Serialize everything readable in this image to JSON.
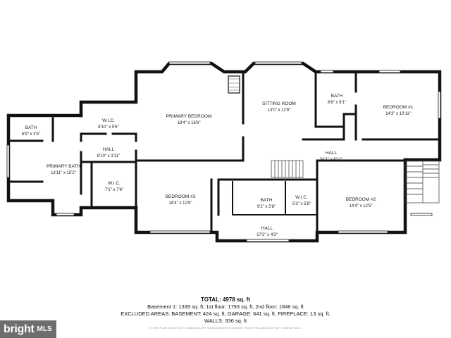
{
  "rooms": {
    "primary_bedroom": {
      "name": "PRIMARY BEDROOM",
      "dims": "18'4\" x 16'6\""
    },
    "sitting_room": {
      "name": "SITTING ROOM",
      "dims": "13'0\" x 12'8\""
    },
    "bath_upper": {
      "name": "BATH",
      "dims": "6'6\" x 9'1\""
    },
    "bedroom_1": {
      "name": "BEDROOM #1",
      "dims": "14'3\" x 10'11\""
    },
    "bath_left": {
      "name": "BATH",
      "dims": "6'9\" x 3'5\""
    },
    "wic_top": {
      "name": "W.I.C.",
      "dims": "8'10\" x 5'6\""
    },
    "hall_left": {
      "name": "HALL",
      "dims": "8'10\" x 3'11\""
    },
    "primary_bath": {
      "name": "PRIMARY BATH",
      "dims": "13'11\" x 15'2\""
    },
    "wic_lower": {
      "name": "W.I.C.",
      "dims": "7'1\" x 7'6\""
    },
    "hall_main": {
      "name": "HALL",
      "dims": "34'1\" x 6'11\""
    },
    "bedroom_3": {
      "name": "BEDROOM #3",
      "dims": "18'4\" x 12'5\""
    },
    "bath_center": {
      "name": "BATH",
      "dims": "9'2\" x 5'8\""
    },
    "wic_center": {
      "name": "W.I.C.",
      "dims": "5'3\" x 5'8\""
    },
    "bedroom_2": {
      "name": "BEDROOM #2",
      "dims": "14'4\" x 12'5\""
    },
    "hall_bottom": {
      "name": "HALL",
      "dims": "17'2\" x 4'3\""
    }
  },
  "summary": {
    "total": "TOTAL: 4978 sq. ft",
    "line1": "Basement 1: 1339 sq. ft, 1st floor: 1793 sq. ft, 2nd floor: 1846 sq. ft",
    "line2": "EXCLUDED AREAS: BASEMENT: 424 sq. ft, GARAGE: 641 sq. ft, FIREPLACE: 13 sq. ft,",
    "line3": "WALLS: 336 sq. ft",
    "credit": "FLOOR PLAN CREATED BY CUBICASA APP. MEASUREMENTS DEEMED HIGHLY RELIABLE BUT NOT GUARANTEED."
  },
  "badge": {
    "brand": "bright",
    "suffix": "MLS"
  },
  "colors": {
    "wall": "#111111",
    "badge_bg": "#6d6e70"
  }
}
